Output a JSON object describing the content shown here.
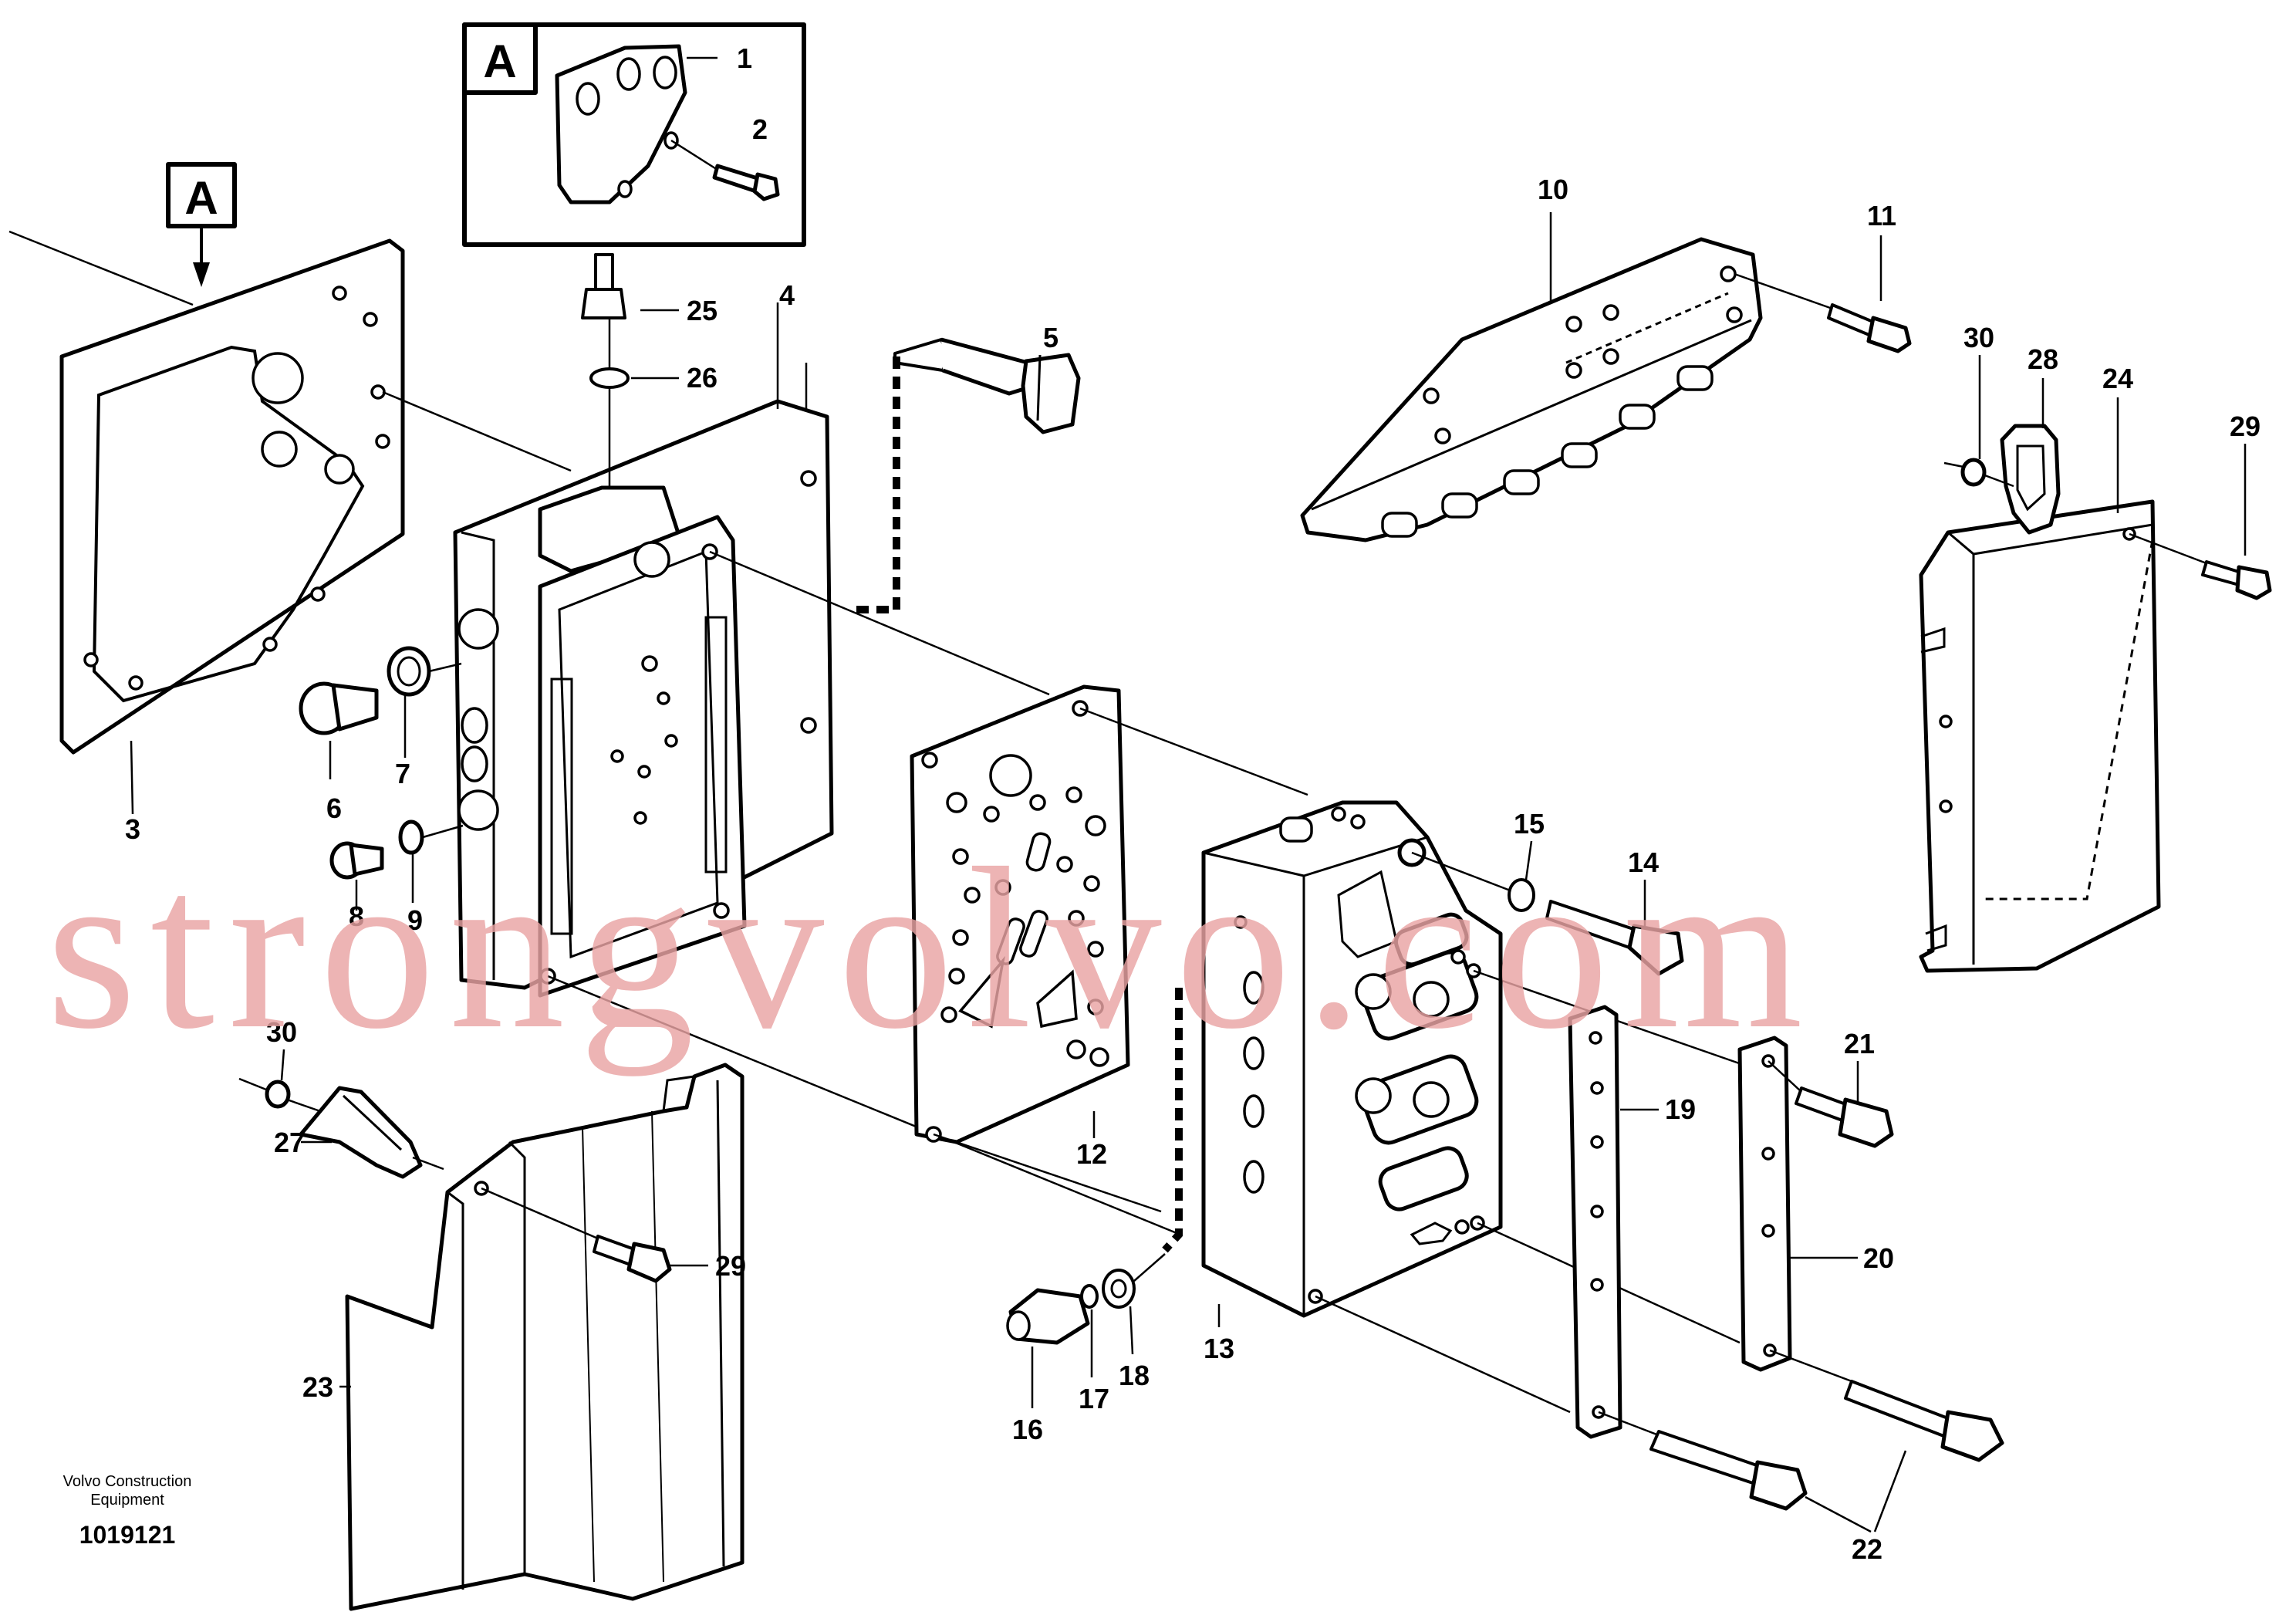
{
  "callouts": {
    "c1": "1",
    "c2": "2",
    "c3": "3",
    "c4": "4",
    "c5": "5",
    "c6": "6",
    "c7": "7",
    "c8": "8",
    "c9": "9",
    "c10": "10",
    "c11": "11",
    "c12": "12",
    "c13": "13",
    "c14": "14",
    "c15": "15",
    "c16": "16",
    "c17": "17",
    "c18": "18",
    "c19": "19",
    "c20": "20",
    "c21": "21",
    "c22": "22",
    "c23": "23",
    "c24": "24",
    "c25": "25",
    "c26": "26",
    "c27": "27",
    "c28": "28",
    "c29a": "29",
    "c29b": "29",
    "c30a": "30",
    "c30b": "30"
  },
  "detail_marker": {
    "label": "A"
  },
  "credit": {
    "line1": "Volvo Construction",
    "line2": "Equipment"
  },
  "document_number": "1019121",
  "watermark": "strongvolvo.com"
}
